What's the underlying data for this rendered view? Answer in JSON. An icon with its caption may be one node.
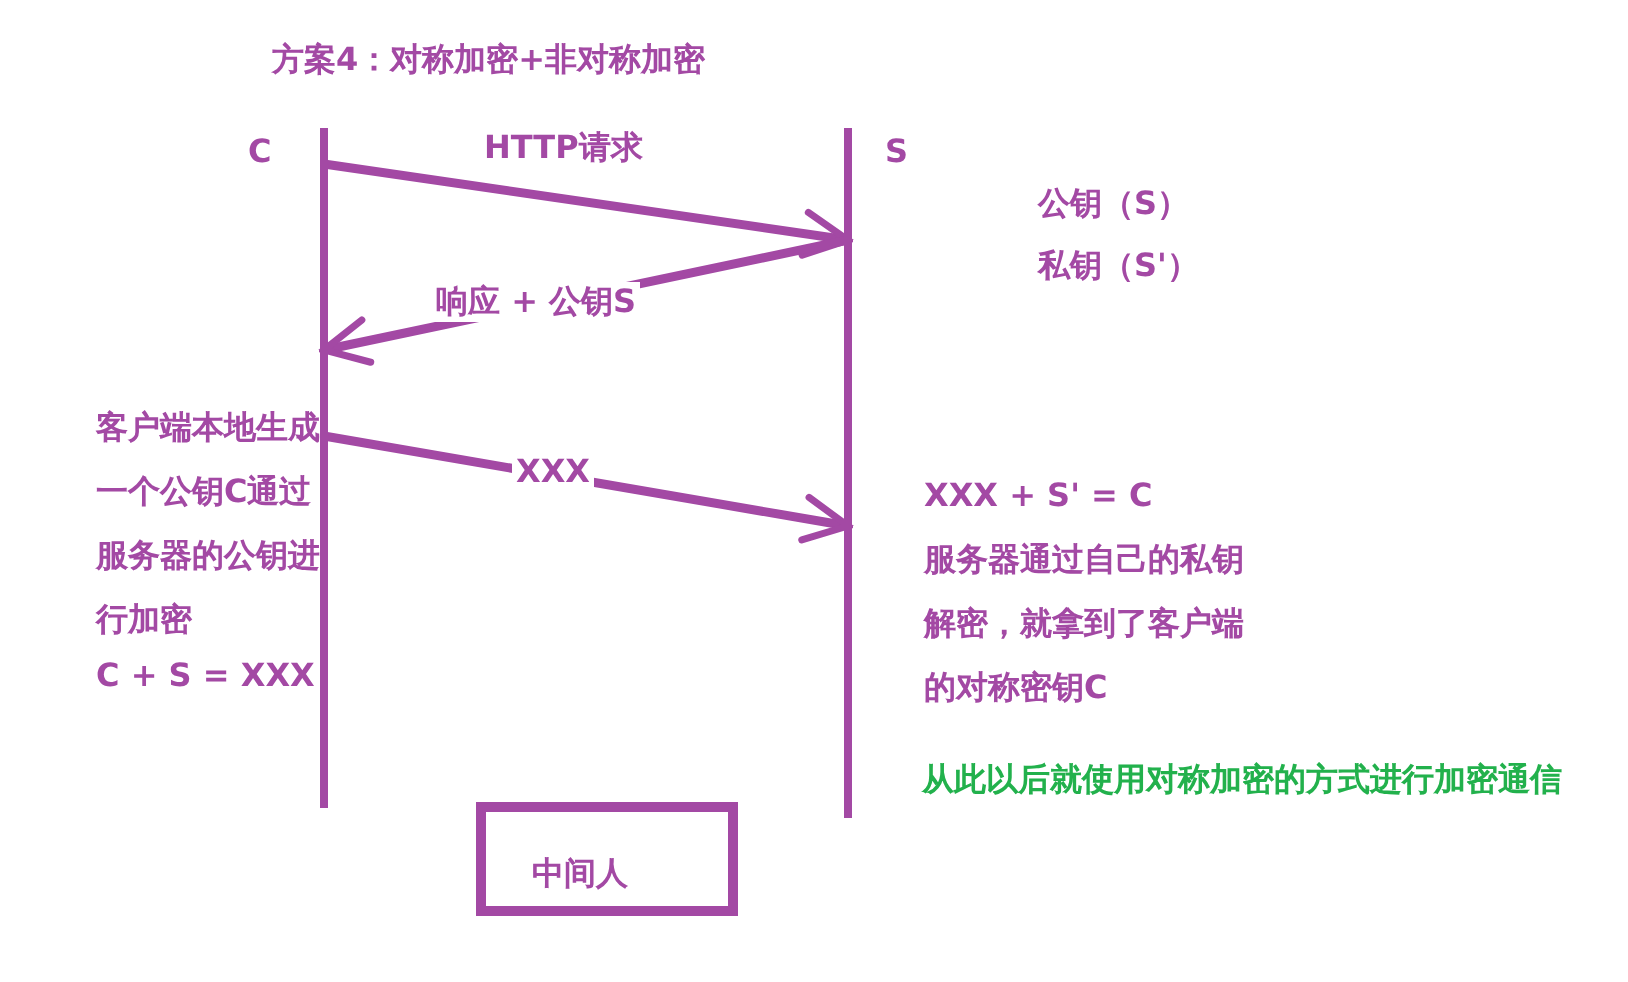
{
  "diagram": {
    "title": "方案4：对称加密+非对称加密",
    "nodes": [
      {
        "text": [
          "C"
        ]
      },
      {
        "text": [
          "S"
        ]
      },
      {
        "text": [
          "中间人"
        ]
      }
    ],
    "edges": [
      {
        "from": 0,
        "to": 1,
        "arrow": "to",
        "label": "HTTP请求"
      },
      {
        "from": 1,
        "to": 0,
        "arrow": "to",
        "label": "响应 + 公钥S"
      },
      {
        "from": 0,
        "to": 1,
        "arrow": "to",
        "label": "XXX"
      }
    ],
    "labels": [
      "公钥（S）",
      "私钥（S'）",
      "客户端本地生成一个公钥C通过服务器的公钥进行加密",
      "C + S = XXX",
      "XXX + S' = C",
      "服务器通过自己的私钥解密，就拿到了客户端的对称密钥C",
      "从此以后就使用对称加密的方式进行加密通信"
    ]
  }
}
